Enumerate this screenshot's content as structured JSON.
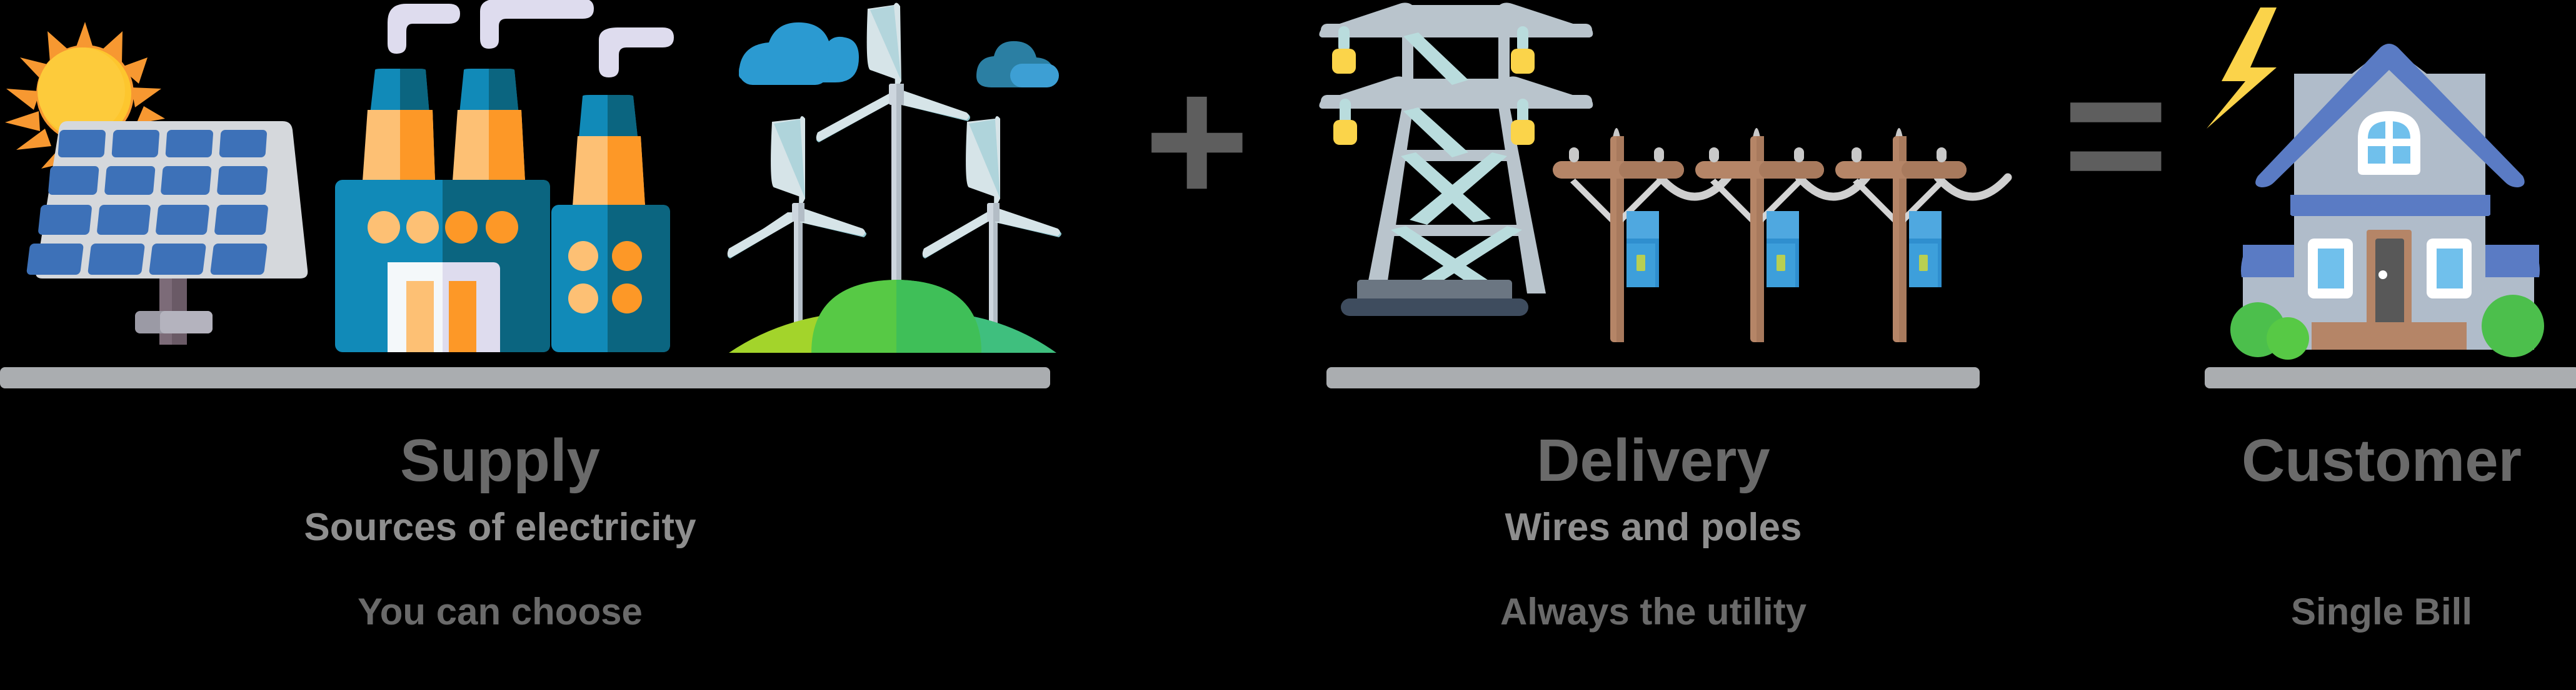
{
  "background_color": "#000000",
  "palette": {
    "title_gray": "#6a6a6a",
    "subtitle_gray": "#8e8e8e",
    "bar_gray": "#aaadb0",
    "operator_gray": "#5e5e5e",
    "solar_blue": "#3d71b8",
    "solar_frame": "#d5d8dc",
    "sun_yellow": "#fdc62e",
    "sun_orange": "#f79831",
    "factory_blue": "#118ab8",
    "factory_blue_dark": "#0b6580",
    "factory_orange": "#fd9827",
    "factory_orange_light": "#fdc074",
    "smoke_lilac": "#dedcee",
    "turbine_white": "#d6e4e8",
    "turbine_teal": "#8fc6cf",
    "cloud_blue": "#2b9ad1",
    "cloud_blue_dark": "#2b7fa3",
    "grass_green": "#4cbf4c",
    "grass_lime": "#a3d42b",
    "pylon_gray": "#b9c4cc",
    "pylon_light": "#b9dcdd",
    "insulator_yellow": "#fbd44a",
    "pylon_base": "#6b7682",
    "pylon_base_dark": "#3e4c5e",
    "pole_brown": "#b58567",
    "wire_gray": "#cfcfcf",
    "transformer_blue": "#4fa8e0",
    "transformer_blue_dark": "#2f8fcf",
    "house_wall": "#b0bcca",
    "house_roof": "#5a7bc4",
    "house_door": "#b58567",
    "house_door_inner": "#585858",
    "window_blue": "#70c0ec",
    "bolt_yellow": "#fbd34a",
    "bush_green": "#4cbf4c",
    "chimney_brown": "#6e554b"
  },
  "operators": {
    "plus": "+",
    "equals": "="
  },
  "columns": [
    {
      "id": "supply",
      "title": "Supply",
      "subtitle": "Sources of electricity",
      "note": "You can choose",
      "icons": [
        "solar-panel-icon",
        "power-plant-icon",
        "wind-farm-icon"
      ]
    },
    {
      "id": "delivery",
      "title": "Delivery",
      "subtitle": "Wires and poles",
      "note": "Always the utility",
      "icons": [
        "transmission-tower-icon",
        "utility-poles-icon"
      ]
    },
    {
      "id": "customer",
      "title": "Customer",
      "subtitle": "",
      "note": "Single Bill",
      "icons": [
        "house-icon",
        "lightning-bolt-icon"
      ]
    }
  ]
}
